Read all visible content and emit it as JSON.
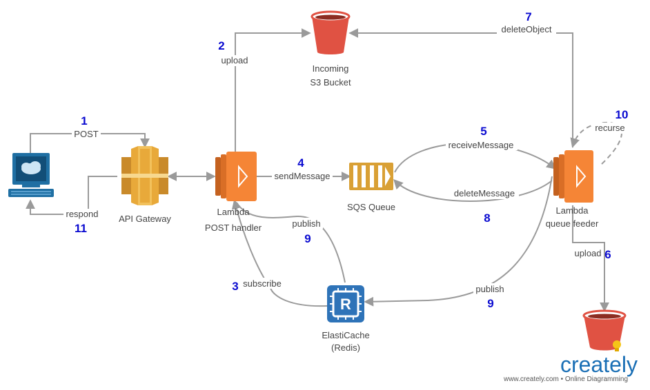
{
  "nodes": {
    "client": {
      "label": ""
    },
    "api_gateway": {
      "label": "API Gateway"
    },
    "lambda_post": {
      "label_line1": "Lambda",
      "label_line2": "POST handler"
    },
    "s3_incoming": {
      "label_line1": "Incoming",
      "label_line2": "S3 Bucket"
    },
    "sqs": {
      "label": "SQS Queue"
    },
    "lambda_feeder": {
      "label_line1": "Lambda",
      "label_line2": "queue feeder"
    },
    "elasticache": {
      "label_line1": "ElastiCache",
      "label_line2": "(Redis)"
    },
    "s3_output": {
      "label": ""
    }
  },
  "edges": [
    {
      "id": "post",
      "label": "POST",
      "step": "1"
    },
    {
      "id": "upload1",
      "label": "upload",
      "step": "2"
    },
    {
      "id": "subscribe",
      "label": "subscribe",
      "step": "3"
    },
    {
      "id": "sendmessage",
      "label": "sendMessage",
      "step": "4"
    },
    {
      "id": "receivemessage",
      "label": "receiveMessage",
      "step": "5"
    },
    {
      "id": "upload2",
      "label": "upload",
      "step": "6"
    },
    {
      "id": "deleteobject",
      "label": "deleteObject",
      "step": "7"
    },
    {
      "id": "deletemessage",
      "label": "deleteMessage",
      "step": "8"
    },
    {
      "id": "publish_feeder",
      "label": "publish",
      "step": "9"
    },
    {
      "id": "publish_post",
      "label": "publish",
      "step": "9"
    },
    {
      "id": "recurse",
      "label": "recurse",
      "step": "10"
    },
    {
      "id": "respond",
      "label": "respond",
      "step": "11"
    }
  ],
  "branding": {
    "logo_text": "creately",
    "footer": "www.creately.com • Online Diagramming"
  },
  "colors": {
    "s3_red": "#e05243",
    "lambda_orange": "#f58536",
    "gateway_gold": "#e8a93a",
    "sqs_gold": "#d9a035",
    "redis_blue": "#2e73b8",
    "client_blue": "#1f6fa3",
    "connector_gray": "#9a9a9a",
    "step_number_blue": "#0a0ad0",
    "logo_blue": "#1a6fb5"
  }
}
